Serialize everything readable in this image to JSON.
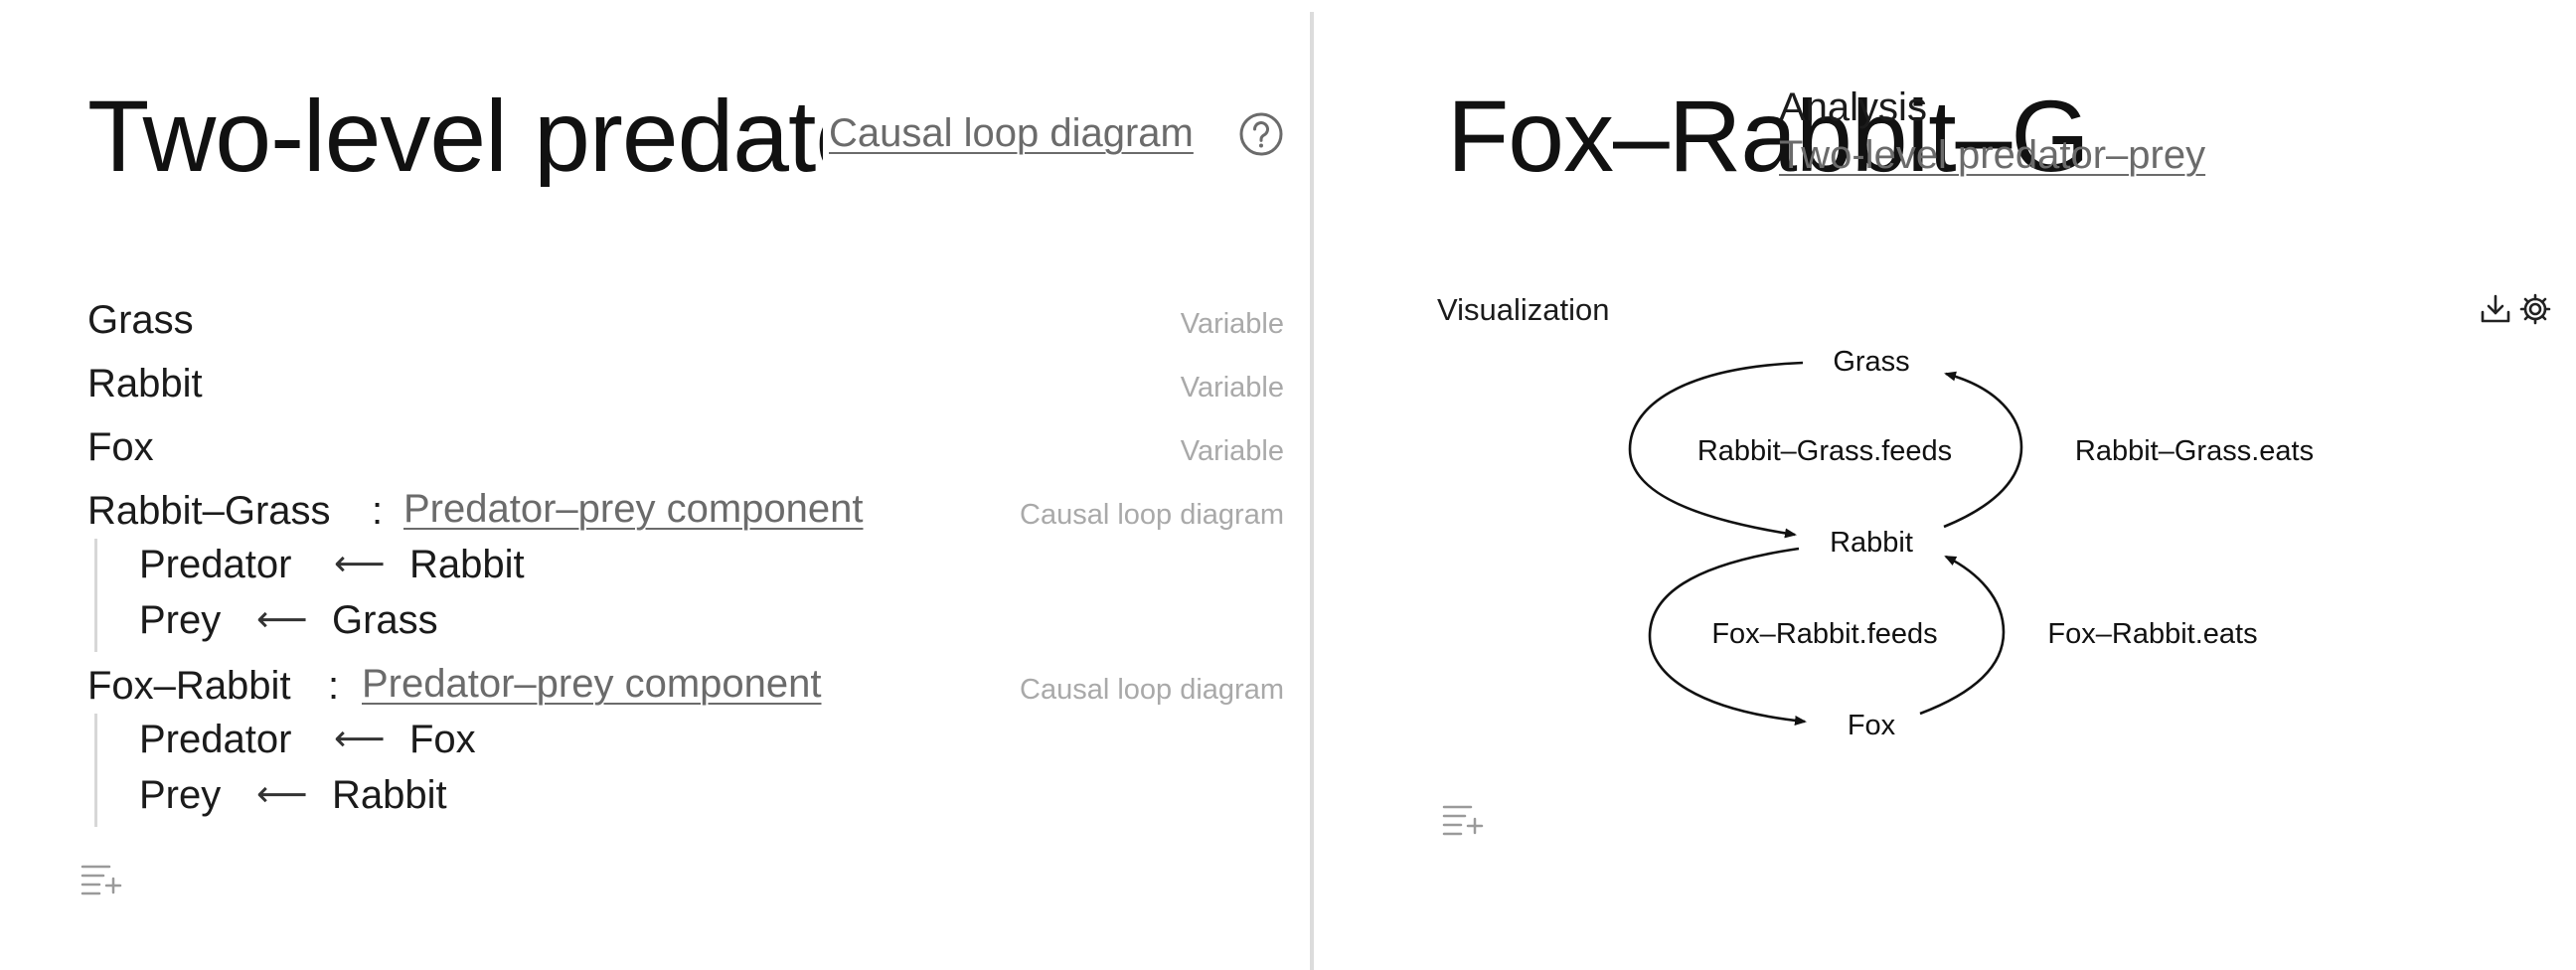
{
  "left": {
    "title": "Two-level predator–prey",
    "theory_link": "Causal loop diagram",
    "items": [
      {
        "name": "Grass",
        "kind": "Variable"
      },
      {
        "name": "Rabbit",
        "kind": "Variable"
      },
      {
        "name": "Fox",
        "kind": "Variable"
      },
      {
        "name": "Rabbit–Grass",
        "colon": ":",
        "component_link": "Predator–prey component",
        "kind": "Causal loop diagram",
        "bindings": [
          {
            "role": "Predator",
            "arrow": "⟵",
            "target": "Rabbit"
          },
          {
            "role": "Prey",
            "arrow": "⟵",
            "target": "Grass"
          }
        ]
      },
      {
        "name": "Fox–Rabbit",
        "colon": ":",
        "component_link": "Predator–prey component",
        "kind": "Causal loop diagram",
        "bindings": [
          {
            "role": "Predator",
            "arrow": "⟵",
            "target": "Fox"
          },
          {
            "role": "Prey",
            "arrow": "⟵",
            "target": "Rabbit"
          }
        ]
      }
    ]
  },
  "right": {
    "title": "Fox–Rabbit–Grass",
    "analysis_label": "Analysis",
    "analysis_link": "Two-level predator–prey",
    "visualization_label": "Visualization",
    "graph": {
      "nodes": [
        "Grass",
        "Rabbit",
        "Fox"
      ],
      "edges": [
        {
          "label": "Rabbit–Grass.feeds",
          "from": "Grass",
          "to": "Rabbit"
        },
        {
          "label": "Rabbit–Grass.eats",
          "from": "Rabbit",
          "to": "Grass"
        },
        {
          "label": "Fox–Rabbit.feeds",
          "from": "Rabbit",
          "to": "Fox"
        },
        {
          "label": "Fox–Rabbit.eats",
          "from": "Fox",
          "to": "Rabbit"
        }
      ]
    }
  },
  "icons": {
    "help": "help-circle-icon",
    "add_cell": "add-cell-icon",
    "download": "download-icon",
    "settings": "gear-icon"
  }
}
